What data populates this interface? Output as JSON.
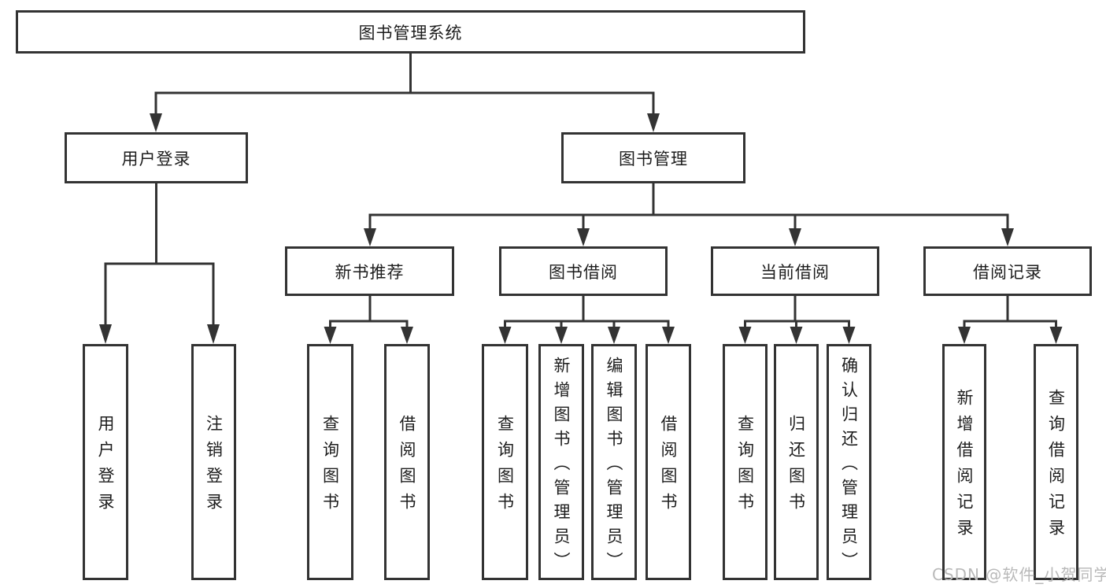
{
  "diagram": {
    "root": {
      "label": "图书管理系统"
    },
    "level2": [
      {
        "label": "用户登录"
      },
      {
        "label": "图书管理"
      }
    ],
    "level3": [
      {
        "label": "新书推荐"
      },
      {
        "label": "图书借阅"
      },
      {
        "label": "当前借阅"
      },
      {
        "label": "借阅记录"
      }
    ],
    "leaves": {
      "user_login": [
        "用户登录",
        "注销登录"
      ],
      "new_books": [
        "查询图书",
        "借阅图书"
      ],
      "book_borrow": [
        "查询图书",
        "新增图书（管理员）",
        "编辑图书（管理员）",
        "借阅图书"
      ],
      "current_borrow": [
        "查询图书",
        "归还图书",
        "确认归还（管理员）"
      ],
      "borrow_records": [
        "新增借阅记录",
        "查询借阅记录"
      ]
    },
    "watermark": "CSDN @软件_小贺同学",
    "colors": {
      "line": "#333333",
      "text": "#1d1d1d",
      "watermark": "#b9b9b9",
      "background": "#ffffff"
    }
  }
}
